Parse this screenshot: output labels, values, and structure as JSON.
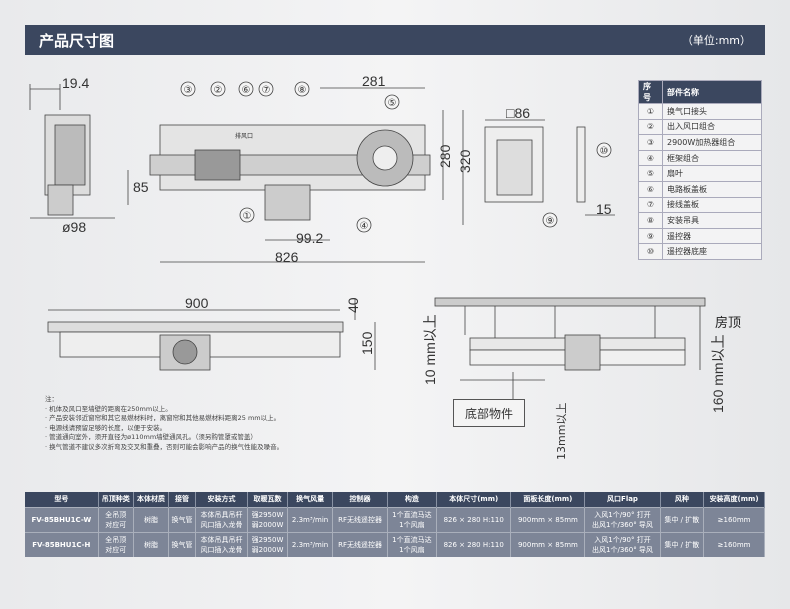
{
  "header": {
    "title": "产品尺寸图",
    "unit": "（单位:mm）"
  },
  "dims": {
    "d19_4": "19.4",
    "d85": "85",
    "d98": "ø98",
    "d281": "281",
    "d280": "280",
    "d320": "320",
    "d99_2": "99.2",
    "d826": "826",
    "d86": "□86",
    "d15": "15",
    "d900": "900",
    "d40": "40",
    "d150": "150",
    "ceiling": "房顶",
    "min10": "10 mm以上",
    "min160": "160 mm以上",
    "bottom_obj": "底部物件",
    "min13": "13mm以上",
    "inlet": "排风口"
  },
  "callouts": [
    "①",
    "②",
    "③",
    "④",
    "⑤",
    "⑥",
    "⑦",
    "⑧",
    "⑨",
    "⑩"
  ],
  "parts": {
    "headers": [
      "序号",
      "部件名称"
    ],
    "rows": [
      [
        "①",
        "换气口接头"
      ],
      [
        "②",
        "出入风口组合"
      ],
      [
        "③",
        "2900W加热器组合"
      ],
      [
        "④",
        "框架组合"
      ],
      [
        "⑤",
        "扇叶"
      ],
      [
        "⑥",
        "电路板盖板"
      ],
      [
        "⑦",
        "接线盖板"
      ],
      [
        "⑧",
        "安装吊具"
      ],
      [
        "⑨",
        "遥控器"
      ],
      [
        "⑩",
        "遥控器底座"
      ]
    ]
  },
  "notes": [
    "注：",
    "· 机体及风口至墙壁的距离在250mm以上。",
    "· 产品安装邻近窗帘和其它易燃材料时，离窗帘和其他易燃材料距离25 mm以上。",
    "· 电源线请预留足够的长度，以便于安装。",
    "· 管道通向室外，须开直径为ø110mm墙壁通风孔。（须另购管罩或管盖）",
    "· 换气管道不建议多次折弯及交叉和重叠，否则可能会影响产品的换气性能及噪音。"
  ],
  "spec": {
    "headers": [
      "型号",
      "吊顶种类",
      "本体材质",
      "接管",
      "安装方式",
      "取暖瓦数",
      "换气风量",
      "控制器",
      "构造",
      "本体尺寸(mm)",
      "面板长度(mm)",
      "风口Flap",
      "风种",
      "安装高度(mm)"
    ],
    "rows": [
      [
        "FV-85BHU1C-W",
        "全吊顶\n对应可",
        "树脂",
        "换气管",
        "本体吊具吊杆\n风口插入龙骨",
        "强2950W\n弱2000W",
        "2.3m³/min",
        "RF无线遥控器",
        "1个直流马达\n1个风扇",
        "826 × 280 H:110",
        "900mm × 85mm",
        "入风1个/90°  打开\n出风1个/360°  导风",
        "集中 / 扩散",
        "≥160mm"
      ],
      [
        "FV-85BHU1C-H",
        "全吊顶\n对应可",
        "树脂",
        "换气管",
        "本体吊具吊杆\n风口插入龙骨",
        "强2950W\n弱2000W",
        "2.3m³/min",
        "RF无线遥控器",
        "1个直流马达\n1个风扇",
        "826 × 280 H:110",
        "900mm × 85mm",
        "入风1个/90°  打开\n出风1个/360°  导风",
        "集中 / 扩散",
        "≥160mm"
      ]
    ]
  }
}
